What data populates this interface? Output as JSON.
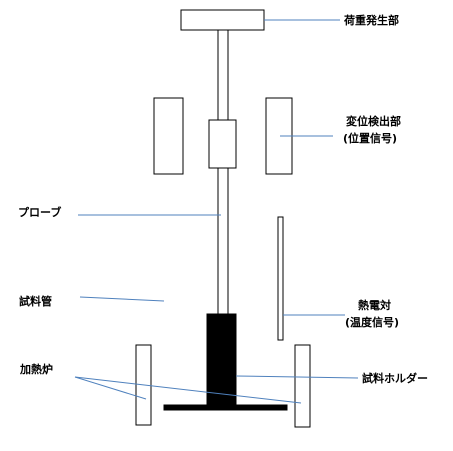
{
  "labels": {
    "load_generator": "荷重発生部",
    "displacement_detector": "変位検出部",
    "displacement_signal": "(位置信号)",
    "probe": "プローブ",
    "sample_tube": "試料管",
    "thermocouple": "熱電対",
    "temperature_signal": "(温度信号)",
    "sample_holder": "試料ホルダー",
    "furnace": "加熱炉"
  },
  "colors": {
    "outline": "#000000",
    "leader_line": "#4f81bd",
    "fill_solid": "#000000",
    "background": "#ffffff"
  }
}
